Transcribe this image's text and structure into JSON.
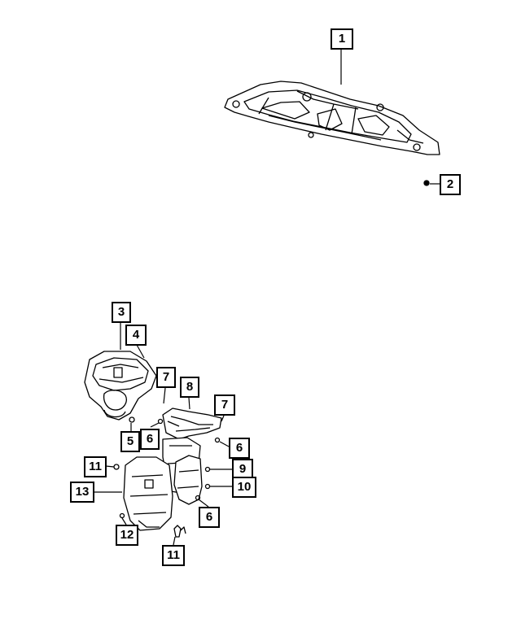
{
  "diagram": {
    "callouts": [
      {
        "id": "c1",
        "number": "1"
      },
      {
        "id": "c2",
        "number": "2"
      },
      {
        "id": "c3",
        "number": "3"
      },
      {
        "id": "c4",
        "number": "4"
      },
      {
        "id": "c7a",
        "number": "7"
      },
      {
        "id": "c8",
        "number": "8"
      },
      {
        "id": "c7b",
        "number": "7"
      },
      {
        "id": "c5",
        "number": "5"
      },
      {
        "id": "c6a",
        "number": "6"
      },
      {
        "id": "c6b",
        "number": "6"
      },
      {
        "id": "c11a",
        "number": "11"
      },
      {
        "id": "c9",
        "number": "9"
      },
      {
        "id": "c13",
        "number": "13"
      },
      {
        "id": "c10",
        "number": "10"
      },
      {
        "id": "c6c",
        "number": "6"
      },
      {
        "id": "c12",
        "number": "12"
      },
      {
        "id": "c11b",
        "number": "11"
      }
    ]
  }
}
